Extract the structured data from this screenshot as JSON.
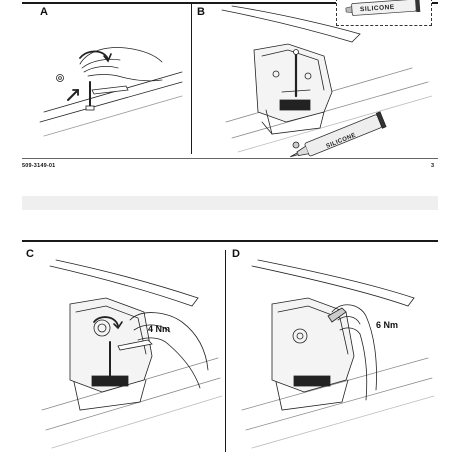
{
  "top_page": {
    "panels": [
      {
        "letter": "A"
      },
      {
        "letter": "B"
      }
    ],
    "silicone_label": "SILICONE",
    "document_code": "509-3149-01",
    "page_number": "3"
  },
  "bottom_page": {
    "panels": [
      {
        "letter": "C",
        "torque": "4 Nm"
      },
      {
        "letter": "D",
        "torque": "6 Nm"
      }
    ]
  }
}
